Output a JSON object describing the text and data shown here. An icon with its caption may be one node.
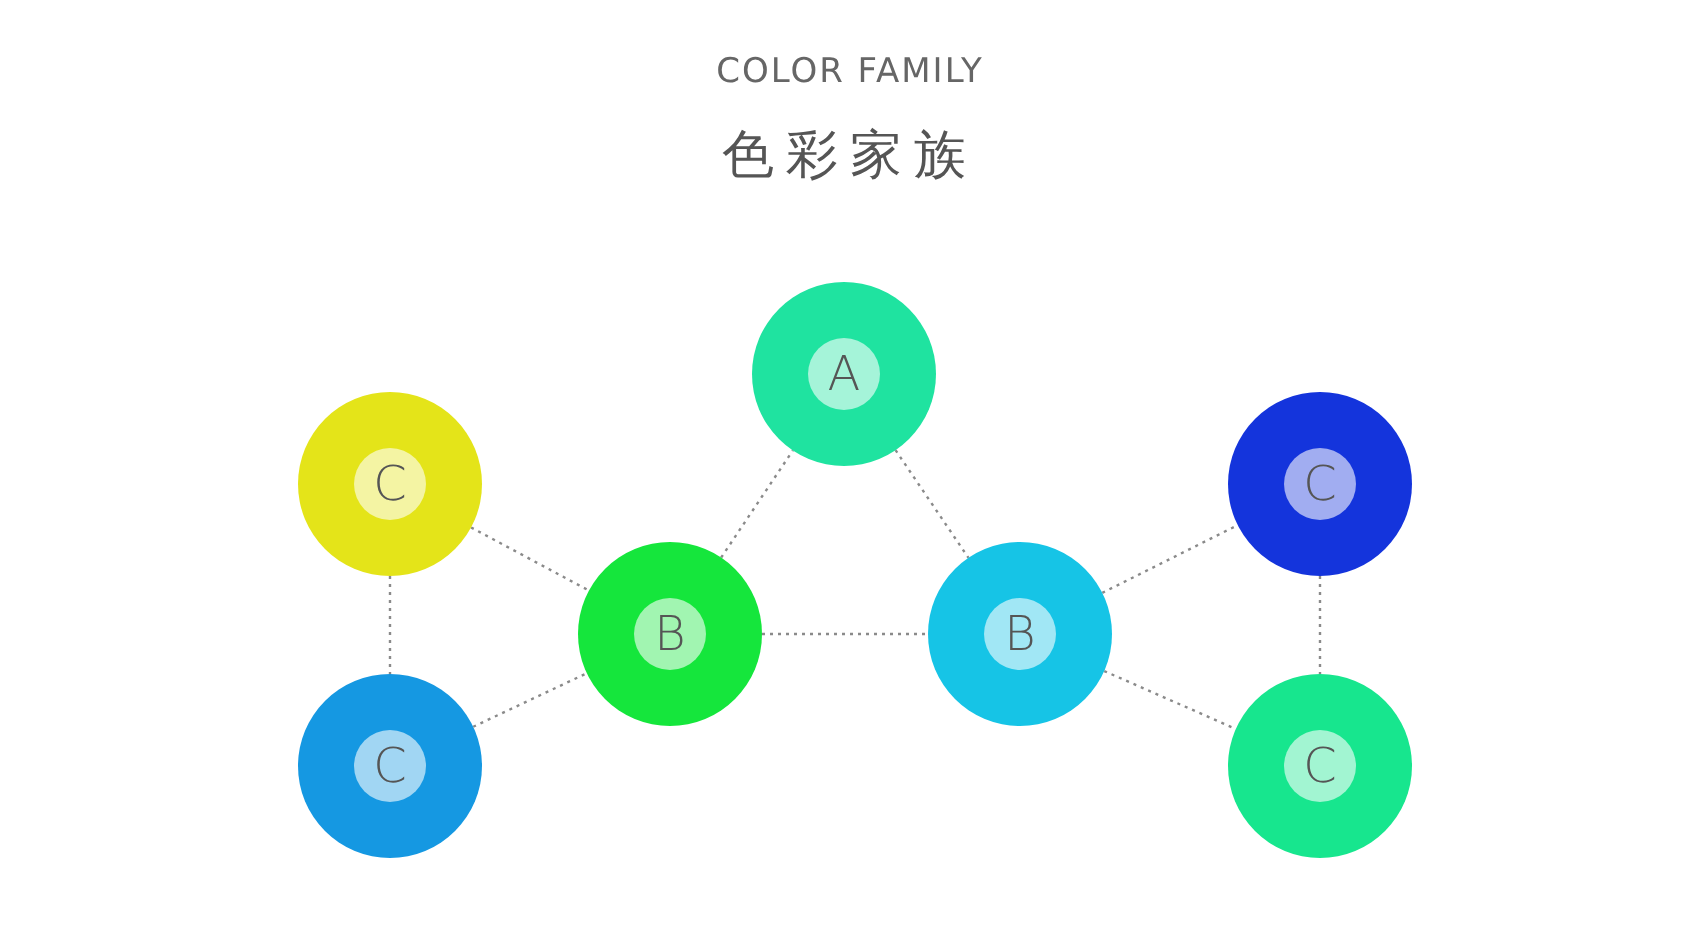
{
  "diagram": {
    "title": "COLOR FAMILY",
    "labels": [
      "色彩家族"
    ],
    "nodes": [
      {
        "text": [
          "A"
        ]
      },
      {
        "text": [
          "C"
        ]
      },
      {
        "text": [
          "C"
        ]
      },
      {
        "text": [
          "B"
        ]
      },
      {
        "text": [
          "B"
        ]
      },
      {
        "text": [
          "C"
        ]
      },
      {
        "text": [
          "C"
        ]
      }
    ],
    "edges": [
      {
        "from": 1,
        "to": 5,
        "arrow": "none",
        "style": "dashed"
      },
      {
        "from": 1,
        "to": 3,
        "arrow": "none",
        "style": "dashed"
      },
      {
        "from": 5,
        "to": 3,
        "arrow": "none",
        "style": "dashed"
      },
      {
        "from": 3,
        "to": 0,
        "arrow": "none",
        "style": "dashed"
      },
      {
        "from": 0,
        "to": 4,
        "arrow": "none",
        "style": "dashed"
      },
      {
        "from": 3,
        "to": 4,
        "arrow": "none",
        "style": "dashed"
      },
      {
        "from": 4,
        "to": 2,
        "arrow": "none",
        "style": "dashed"
      },
      {
        "from": 4,
        "to": 6,
        "arrow": "none",
        "style": "dashed"
      },
      {
        "from": 2,
        "to": 6,
        "arrow": "none",
        "style": "dashed"
      }
    ]
  }
}
